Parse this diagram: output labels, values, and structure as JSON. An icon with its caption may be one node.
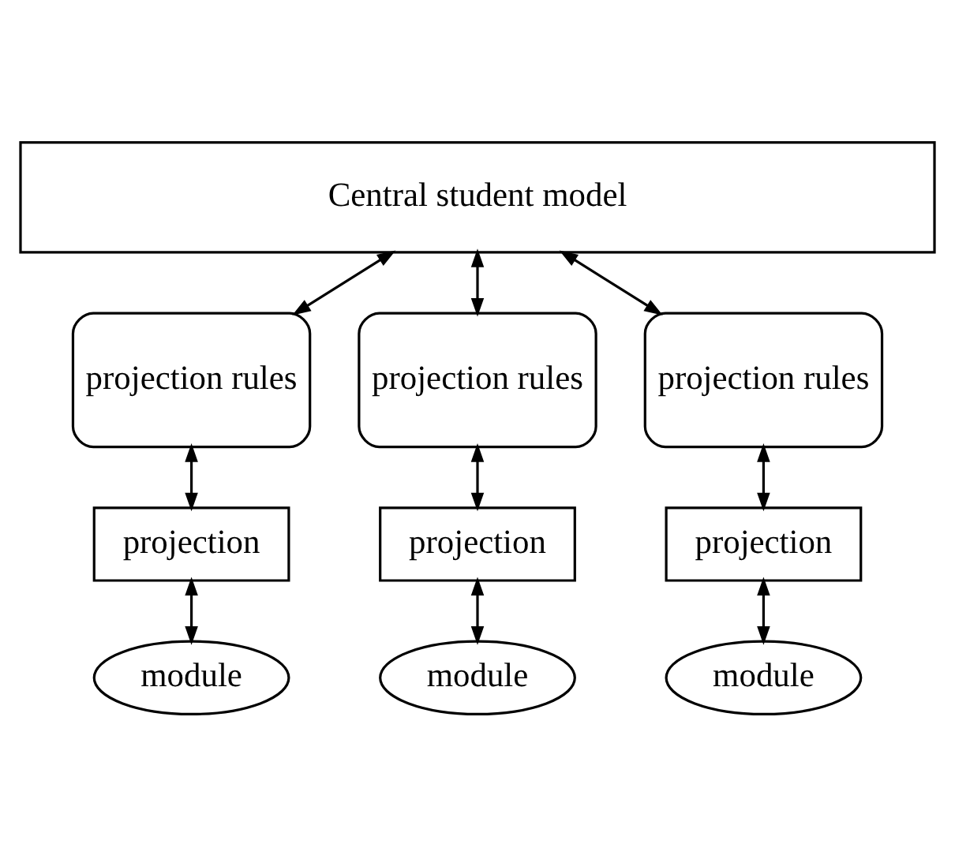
{
  "diagram": {
    "nodes": [
      {
        "text": [
          "Central student model"
        ]
      },
      {
        "text": [
          "projection rules"
        ]
      },
      {
        "text": [
          "projection rules"
        ]
      },
      {
        "text": [
          "projection rules"
        ]
      },
      {
        "text": [
          "projection"
        ]
      },
      {
        "text": [
          "projection"
        ]
      },
      {
        "text": [
          "projection"
        ]
      },
      {
        "text": [
          "module"
        ]
      },
      {
        "text": [
          "module"
        ]
      },
      {
        "text": [
          "module"
        ]
      }
    ],
    "edges": [
      {
        "from": 0,
        "to": 1,
        "arrow": "both"
      },
      {
        "from": 0,
        "to": 2,
        "arrow": "both"
      },
      {
        "from": 0,
        "to": 3,
        "arrow": "both"
      },
      {
        "from": 1,
        "to": 4,
        "arrow": "both"
      },
      {
        "from": 2,
        "to": 5,
        "arrow": "both"
      },
      {
        "from": 3,
        "to": 6,
        "arrow": "both"
      },
      {
        "from": 4,
        "to": 7,
        "arrow": "both"
      },
      {
        "from": 5,
        "to": 8,
        "arrow": "both"
      },
      {
        "from": 6,
        "to": 9,
        "arrow": "both"
      }
    ]
  }
}
